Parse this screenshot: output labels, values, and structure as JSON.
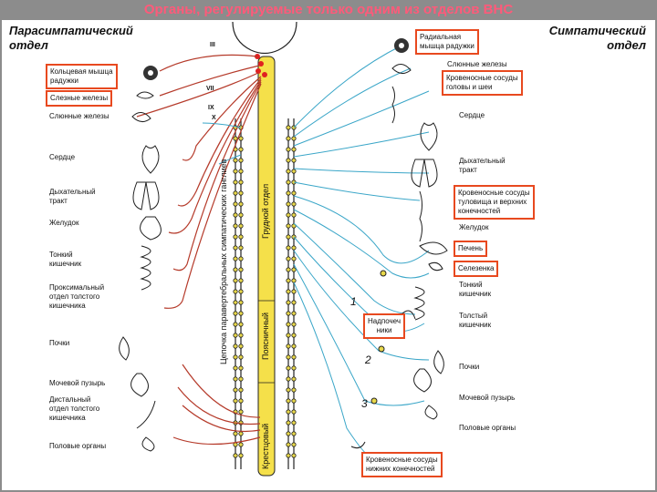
{
  "title": "Органы, регулируемые только одним из отделов ВНС",
  "left_header": [
    "Парасимпатический",
    "отдел"
  ],
  "right_header": [
    "Симпатический",
    "отдел"
  ],
  "left_labels": {
    "ring_muscle": [
      "Кольцевая мышца",
      "радужки"
    ],
    "tear_glands": "Слезные железы",
    "salivary": "Слюнные железы",
    "heart": "Сердце",
    "respiratory": [
      "Дыхательный",
      "тракт"
    ],
    "stomach": "Желудок",
    "small_intestine": [
      "Тонкий",
      "кишечник"
    ],
    "proximal_colon": [
      "Проксимальный",
      "отдел толстого",
      "кишечника"
    ],
    "kidneys": "Почки",
    "bladder": "Мочевой пузырь",
    "distal_colon": [
      "Дистальный",
      "отдел толстого",
      "кишечника"
    ],
    "genitals": "Половые органы"
  },
  "right_labels": {
    "radial_muscle": [
      "Радиальная",
      "мышца радужки"
    ],
    "salivary": "Слюнные железы",
    "head_vessels": [
      "Кровеносные сосуды",
      "головы и шеи"
    ],
    "heart": "Сердце",
    "respiratory": [
      "Дыхательный",
      "тракт"
    ],
    "trunk_vessels": [
      "Кровеносные сосуды",
      "туловища и верхних",
      "конечностей"
    ],
    "stomach": "Желудок",
    "liver": "Печень",
    "spleen": "Селезенка",
    "small_intestine": [
      "Тонкий",
      "кишечник"
    ],
    "large_intestine": [
      "Толстый",
      "кишечник"
    ],
    "adrenals": [
      "Надпочеч",
      "ники"
    ],
    "kidneys": "Почки",
    "bladder": "Мочевой пузырь",
    "genitals": "Половые органы",
    "lower_vessels": [
      "Кровеносные сосуды",
      "нижних конечностей"
    ]
  },
  "vertical_labels": {
    "chain": "Цепочка паравертебральных симпатических ганглиев",
    "thoracic": "Грудной отдел",
    "lumbar": "Поясничный",
    "sacral": "Крестцовый"
  },
  "cranial_nerves": [
    "III",
    "VII",
    "IX",
    "X"
  ],
  "numbers": [
    "1",
    "2",
    "3"
  ],
  "colors": {
    "parasympathetic": "#b53a2a",
    "sympathetic": "#3aa6c8",
    "spinal_cord": "#f5e04a",
    "highlight_box": "#e8491f",
    "title": "#ff5a7a"
  }
}
